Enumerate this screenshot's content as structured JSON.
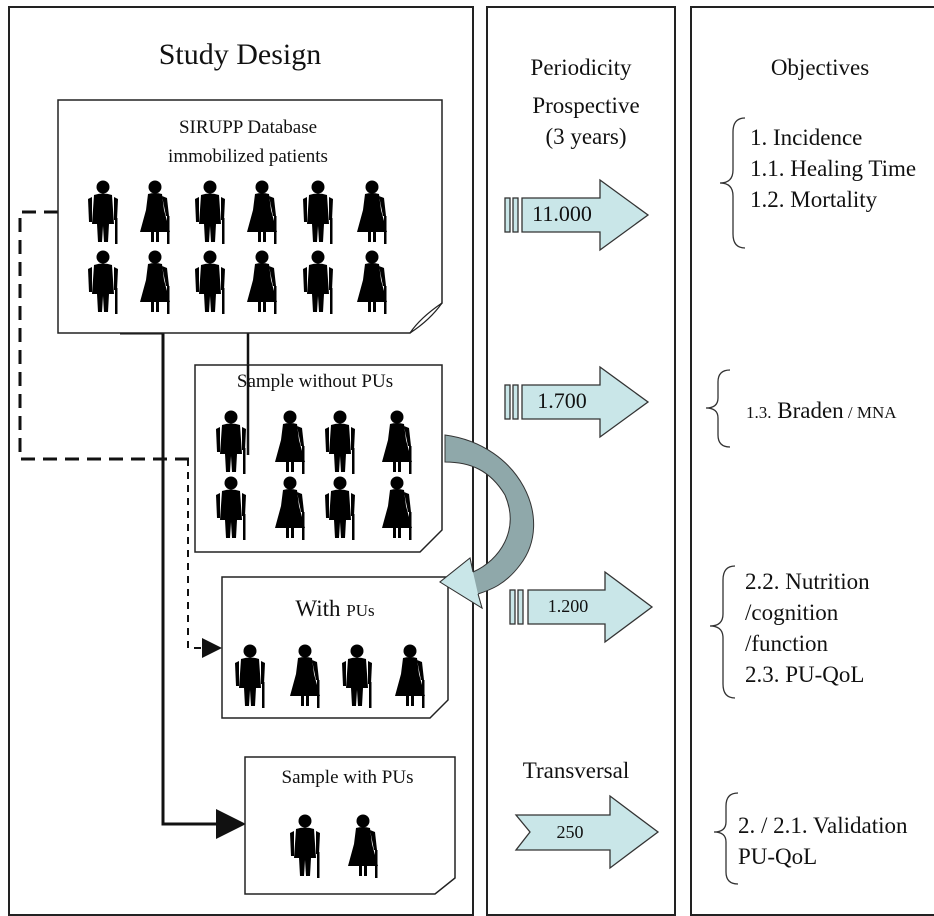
{
  "columns": {
    "study_design": "Study Design",
    "periodicity": "Periodicity",
    "objectives": "Objectives"
  },
  "prospective": {
    "line1": "Prospective",
    "line2": "(3 years)"
  },
  "transversal": "Transversal",
  "boxes": {
    "database": {
      "line1": "SIRUPP Database",
      "line2": "immobilized patients"
    },
    "without_pus": "Sample without PUs",
    "with_pus": {
      "word": "With",
      "small": "PUs"
    },
    "sample_with_pus": "Sample with PUs"
  },
  "arrows": {
    "a1": "11.000",
    "a2": "1.700",
    "a3": "1.200",
    "a4": "250"
  },
  "objectives": {
    "group1": [
      "1. Incidence",
      "1.1. Healing Time",
      "1.2. Mortality"
    ],
    "group2": {
      "prefix": "1.3.",
      "main": "Braden",
      "sep": " / ",
      "suffix": "MNA"
    },
    "group3": [
      "2.2. Nutrition",
      "/cognition",
      "/function",
      "2.3. PU-QoL"
    ],
    "group4": [
      "2. / 2.1. Validation",
      "PU-QoL"
    ]
  },
  "colors": {
    "arrow_fill": "#c9e6e8",
    "curved_arrow": "#8fa8aa",
    "border": "#222222"
  }
}
